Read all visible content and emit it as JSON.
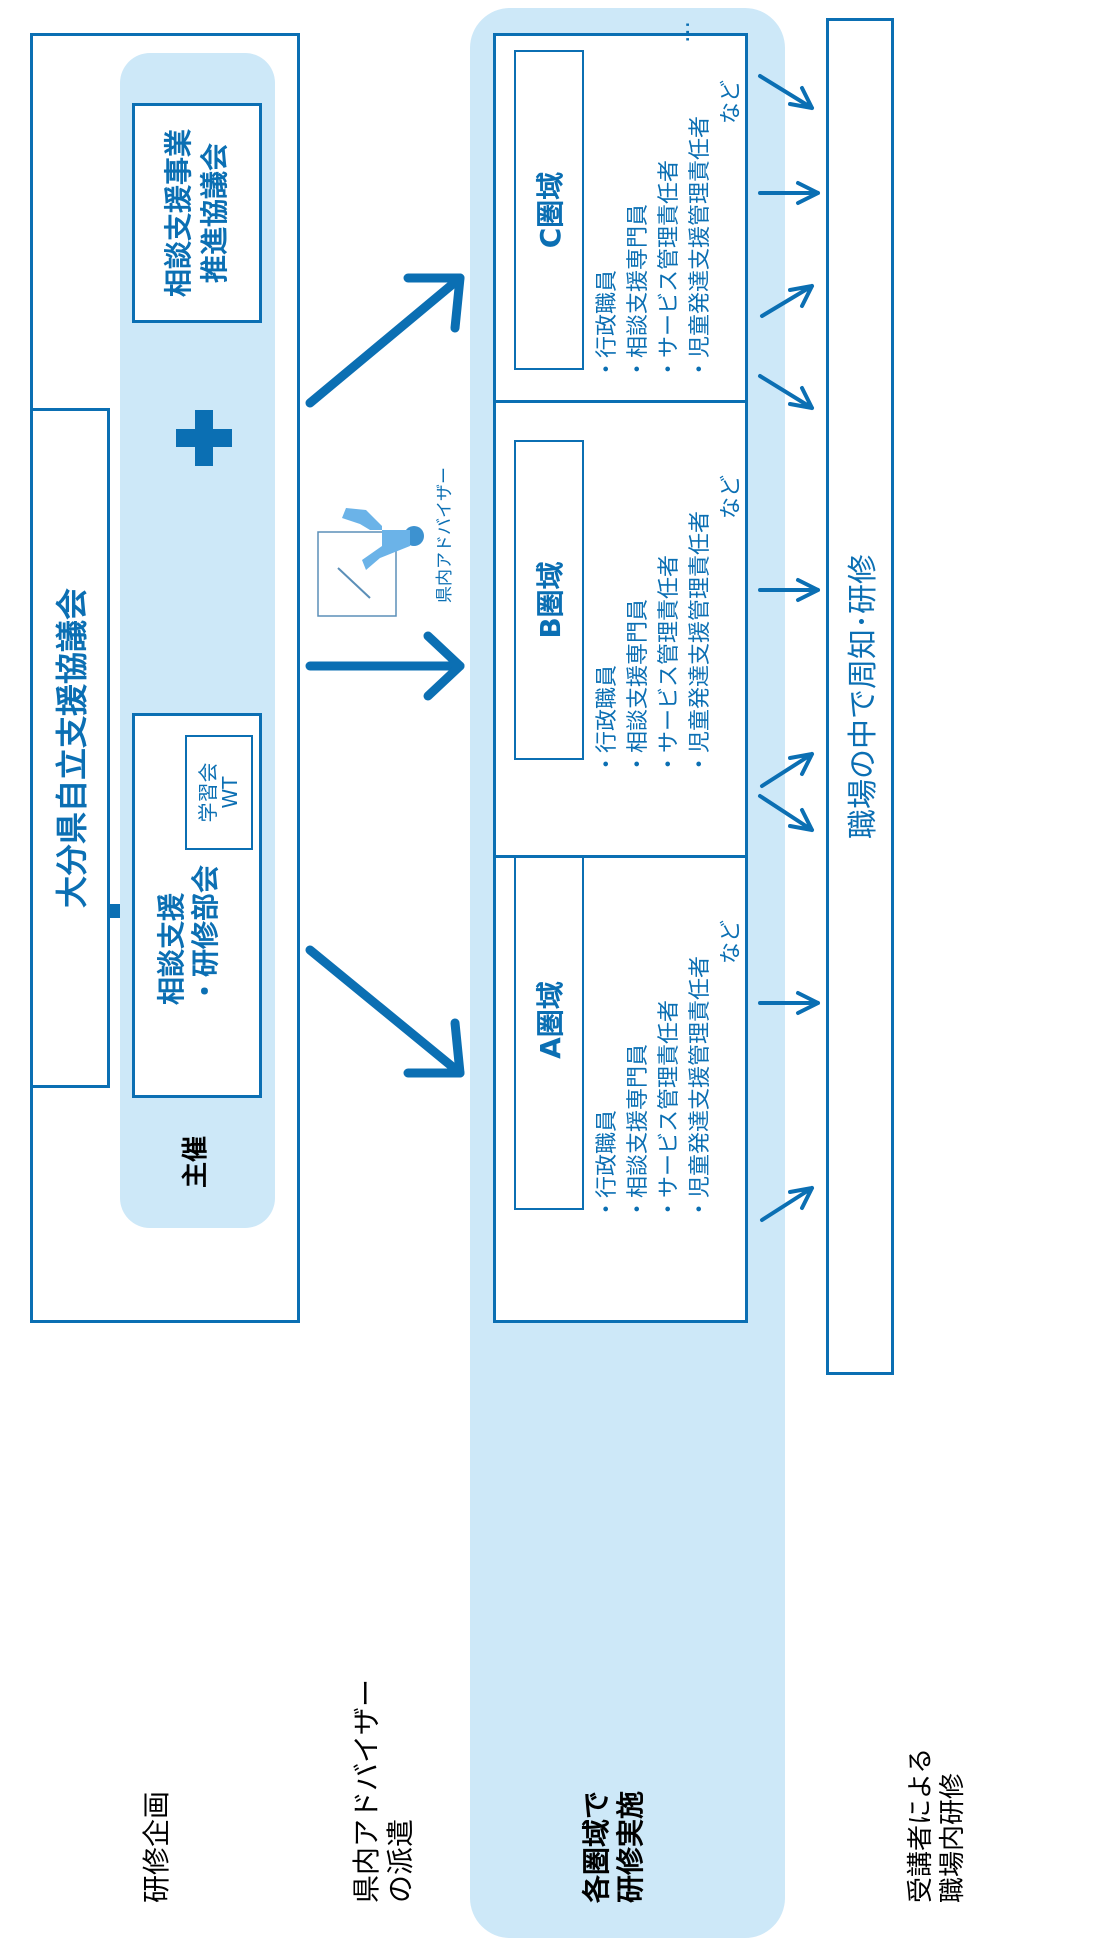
{
  "left_labels": {
    "planning": "研修企画",
    "dispatch": "県内アドバイザー\nの派遣",
    "implementation": "各圏域で\n研修実施",
    "workplace": "受講者による\n職場内研修"
  },
  "council": {
    "title": "大分県自立支援協議会",
    "sponsor_label": "主催",
    "subcommittee": "相談支援\n・研修部会",
    "study_group": "学習会\nWT",
    "plus": "+",
    "promotion_council": "相談支援事業\n推進協議会"
  },
  "advisor_label": "県内アドバイザー",
  "regions": [
    {
      "name": "A圏域",
      "members": [
        "・行政職員",
        "・相談支援専門員",
        "・サービス管理責任者",
        "・児童発達支援管理責任者"
      ],
      "etc": "など"
    },
    {
      "name": "B圏域",
      "members": [
        "・行政職員",
        "・相談支援専門員",
        "・サービス管理責任者",
        "・児童発達支援管理責任者"
      ],
      "etc": "など"
    },
    {
      "name": "C圏域",
      "members": [
        "・行政職員",
        "・相談支援専門員",
        "・サービス管理責任者",
        "・児童発達支援管理責任者"
      ],
      "etc": "など"
    }
  ],
  "more_indicator": "…",
  "workplace_box": "職場の中で周知･研修",
  "colors": {
    "accent": "#0b6fb3",
    "band": "#cde8f8"
  }
}
